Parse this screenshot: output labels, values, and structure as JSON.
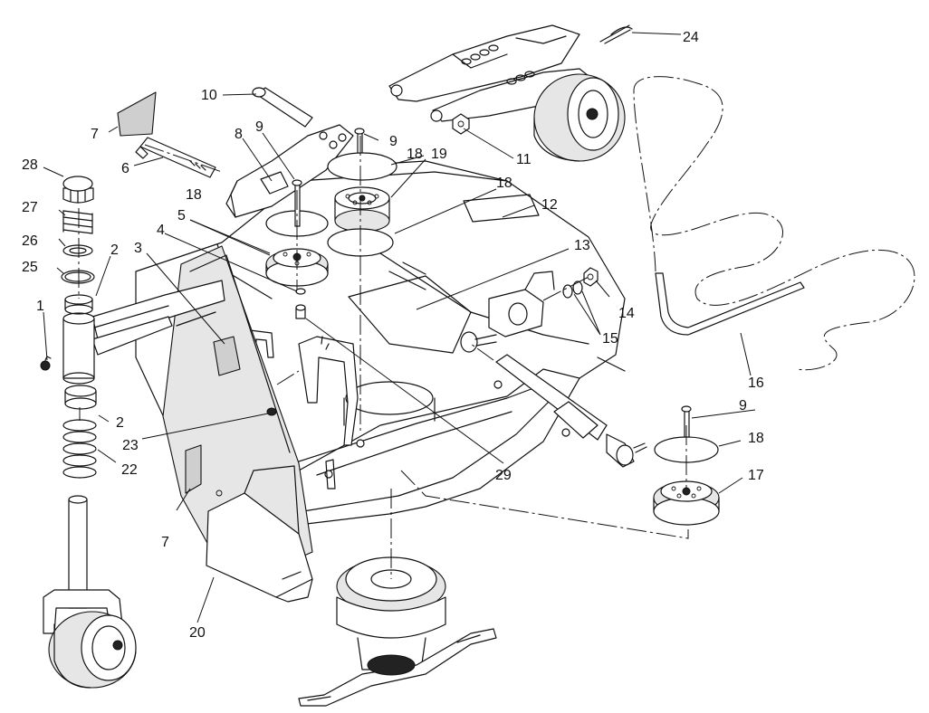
{
  "callouts": [
    {
      "id": "c1",
      "text": "1"
    },
    {
      "id": "c2a",
      "text": "2"
    },
    {
      "id": "c2b",
      "text": "2"
    },
    {
      "id": "c3",
      "text": "3"
    },
    {
      "id": "c4",
      "text": "4"
    },
    {
      "id": "c5",
      "text": "5"
    },
    {
      "id": "c6",
      "text": "6"
    },
    {
      "id": "c7a",
      "text": "7"
    },
    {
      "id": "c7b",
      "text": "7"
    },
    {
      "id": "c8",
      "text": "8"
    },
    {
      "id": "c9a",
      "text": "9"
    },
    {
      "id": "c9b",
      "text": "9"
    },
    {
      "id": "c9c",
      "text": "9"
    },
    {
      "id": "c10",
      "text": "10"
    },
    {
      "id": "c11",
      "text": "11"
    },
    {
      "id": "c12",
      "text": "12"
    },
    {
      "id": "c13",
      "text": "13"
    },
    {
      "id": "c14",
      "text": "14"
    },
    {
      "id": "c15",
      "text": "15"
    },
    {
      "id": "c16",
      "text": "16"
    },
    {
      "id": "c17",
      "text": "17"
    },
    {
      "id": "c18a",
      "text": "18"
    },
    {
      "id": "c18b",
      "text": "18"
    },
    {
      "id": "c18c",
      "text": "18"
    },
    {
      "id": "c18d",
      "text": "18"
    },
    {
      "id": "c19",
      "text": "19"
    },
    {
      "id": "c20",
      "text": "20"
    },
    {
      "id": "c22",
      "text": "22"
    },
    {
      "id": "c23",
      "text": "23"
    },
    {
      "id": "c24",
      "text": "24"
    },
    {
      "id": "c25",
      "text": "25"
    },
    {
      "id": "c26",
      "text": "26"
    },
    {
      "id": "c27",
      "text": "27"
    },
    {
      "id": "c28",
      "text": "28"
    },
    {
      "id": "c29",
      "text": "29"
    }
  ]
}
